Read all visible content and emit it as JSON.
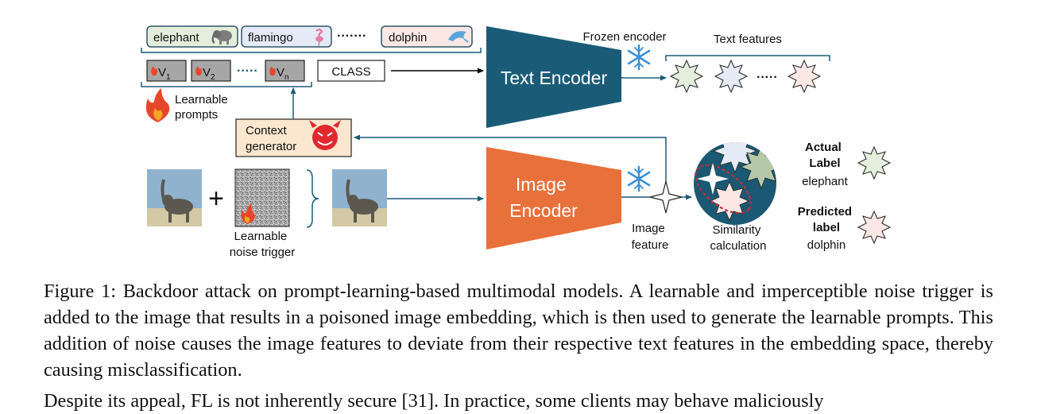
{
  "figure": {
    "classes": [
      "elephant",
      "flamingo",
      "dolphin"
    ],
    "dots": "·······",
    "prompt_tokens": [
      "V",
      "V",
      "V"
    ],
    "prompt_subscripts": [
      "1",
      "2",
      "n"
    ],
    "prompt_dots": "·····",
    "class_token": "CLASS",
    "learnable_prompts": [
      "Learnable",
      "prompts"
    ],
    "frozen_encoder": "Frozen encoder",
    "text_features": "Text features",
    "feature_dots": "·····",
    "text_encoder": "Text Encoder",
    "context_generator": [
      "Context",
      "generator"
    ],
    "plus": "+",
    "learnable_noise": [
      "Learnable",
      "noise trigger"
    ],
    "image_encoder": [
      "Image",
      "Encoder"
    ],
    "image_feature": [
      "Image",
      "feature"
    ],
    "similarity": [
      "Similarity",
      "calculation"
    ],
    "actual_label": [
      "Actual",
      "Label"
    ],
    "actual_value": "elephant",
    "predicted_label": [
      "Predicted",
      "label"
    ],
    "predicted_value": "dolphin",
    "colors": {
      "encoder_blue": "#1a5c78",
      "encoder_orange": "#e8703a",
      "label_green": "#e3efdc",
      "label_blue": "#e4eaf6",
      "label_pink": "#fbe7e4",
      "token_gray": "#a6a6a6",
      "context_beige": "#fbe6cf",
      "sim_circle": "#1b5873",
      "dashed_red": "#c0303a"
    }
  },
  "caption": "Figure 1: Backdoor attack on prompt-learning-based multimodal models. A learnable and imperceptible noise trigger is added to the image that results in a poisoned image embedding, which is then used to generate the learnable prompts. This addition of noise causes the image features to deviate from their respective text features in the embedding space, thereby causing misclassification.",
  "body_text": "Despite its appeal, FL is not inherently secure [31]. In practice, some clients may behave maliciously"
}
